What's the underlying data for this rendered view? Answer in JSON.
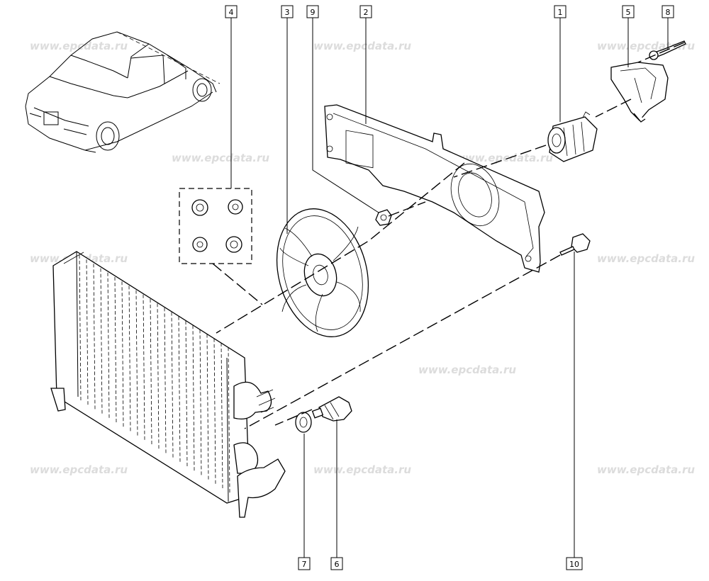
{
  "watermark": "www.epcdata.ru",
  "callouts": [
    "1",
    "2",
    "3",
    "4",
    "5",
    "6",
    "7",
    "8",
    "9",
    "10"
  ]
}
